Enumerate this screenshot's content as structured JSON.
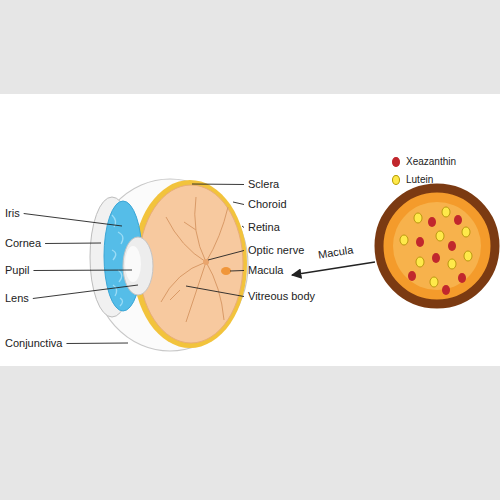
{
  "diagram": {
    "labels": [
      "Sclera",
      "Choroid",
      "Retina",
      "Optic nerve",
      "Macula",
      "Vitreous body",
      "Iris",
      "Cornea",
      "Pupil",
      "Lens",
      "Conjunctiva",
      "Macula"
    ],
    "legend": [
      {
        "text": "Xeazanthin",
        "color": "#c1272d"
      },
      {
        "text": "Lutein",
        "color": "#ffe94a"
      }
    ]
  }
}
